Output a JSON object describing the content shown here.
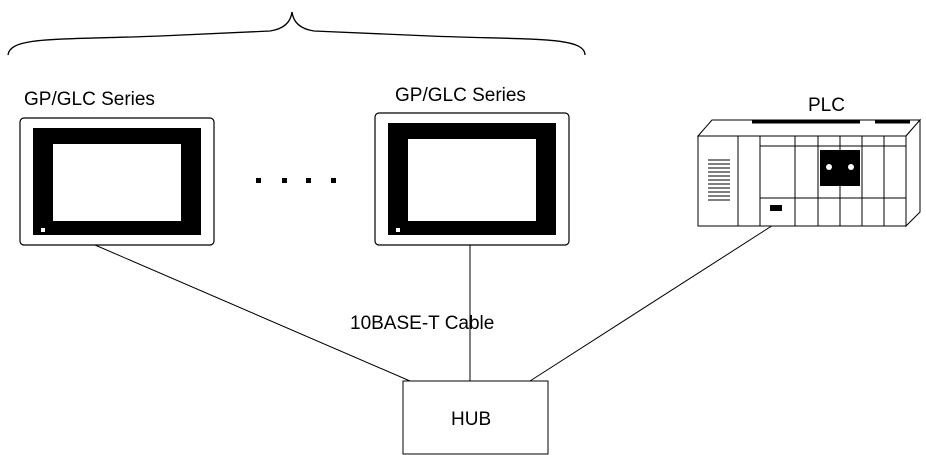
{
  "diagram": {
    "devices": [
      {
        "label": "GP/GLC Series",
        "icon": "touch-panel-icon"
      },
      {
        "label": "GP/GLC Series",
        "icon": "touch-panel-icon"
      },
      {
        "label": "PLC",
        "icon": "plc-icon"
      }
    ],
    "ellipsis": "....",
    "cable_label": "10BASE-T Cable",
    "hub_label": "HUB",
    "colors": {
      "line": "#000000",
      "background": "#ffffff"
    }
  }
}
